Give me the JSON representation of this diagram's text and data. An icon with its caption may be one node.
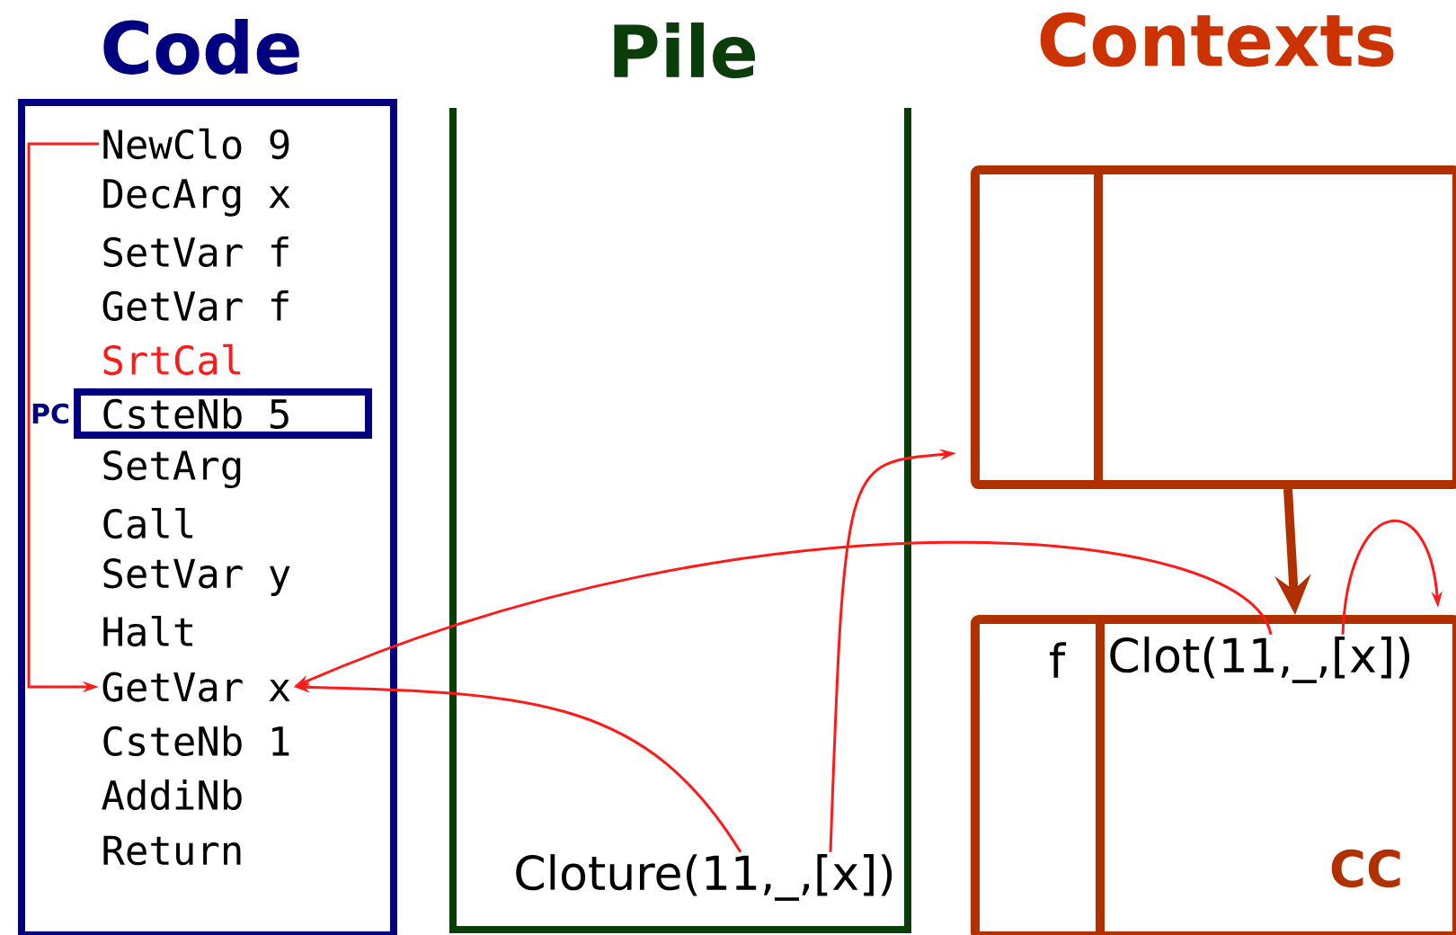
{
  "diagram": {
    "nodes": [
      {
        "text": [
          "Code"
        ]
      },
      {
        "text": [
          "NewClo 9"
        ],
        "in": 0
      },
      {
        "text": [
          "CsteNb 5"
        ],
        "in": 0,
        "beside": [
          "PC"
        ]
      },
      {
        "text": [
          "GetVar x"
        ],
        "in": 0
      },
      {
        "text": [
          "Pile"
        ]
      },
      {
        "text": [
          "Cloture(11,_,[x])"
        ],
        "in": 4
      },
      {
        "text": [],
        "shape": "box"
      },
      {
        "text": [
          "f",
          "CC"
        ]
      },
      {
        "text": [
          "Clot(11,_,[x])"
        ],
        "in": 7
      }
    ],
    "edges": [
      {
        "from": 1,
        "to": 3,
        "arrow": "to"
      },
      {
        "from": 8,
        "to": 3,
        "arrow": "to"
      },
      {
        "from": 5,
        "to": 3,
        "arrow": "to"
      },
      {
        "from": 5,
        "to": 6,
        "arrow": "to"
      },
      {
        "from": 6,
        "to": 7,
        "arrow": "to",
        "style": "thick",
        "color": "#b03000"
      },
      {
        "from": 8,
        "to": 7,
        "arrow": "to"
      }
    ],
    "labels": [
      "Contexts",
      "DecArg x",
      "SetVar f",
      "GetVar f",
      "SrtCal",
      "SetArg",
      "Call",
      "SetVar y",
      "Halt",
      "CsteNb 1",
      "AddiNb",
      "Return"
    ]
  }
}
